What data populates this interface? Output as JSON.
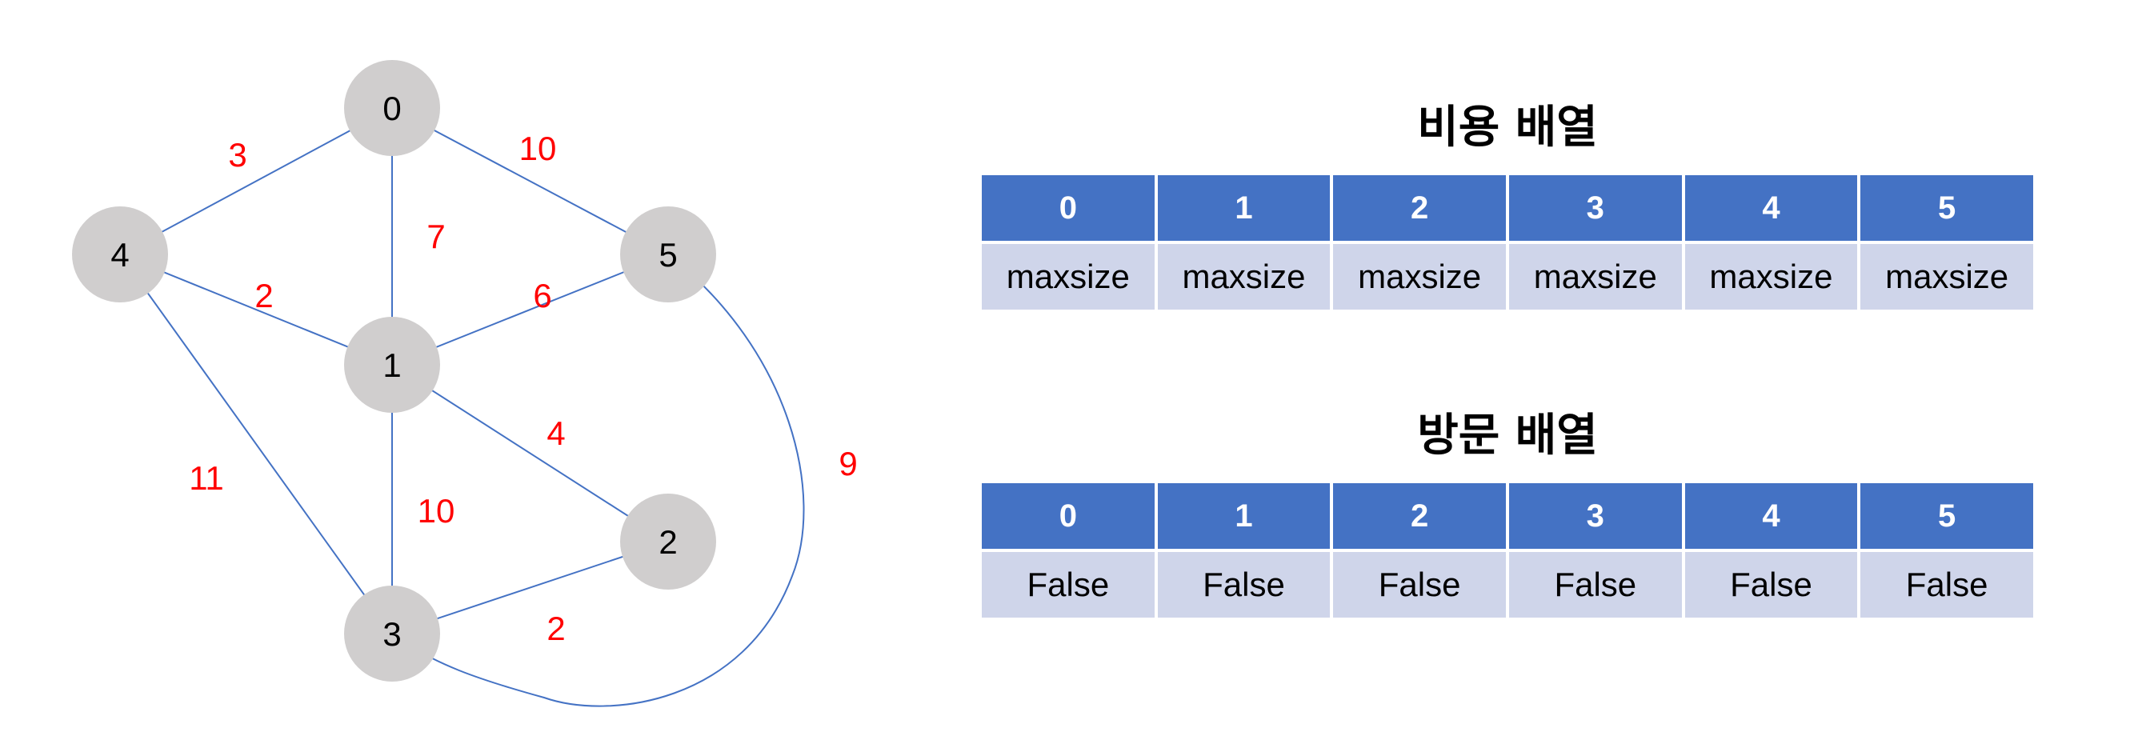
{
  "colors": {
    "edge": "#4472C4",
    "node_fill": "#D0CECE",
    "weight_text": "#FF0000",
    "header_fill": "#4472C4",
    "cell_fill": "#CFD5EA"
  },
  "graph": {
    "nodes": [
      "0",
      "1",
      "2",
      "3",
      "4",
      "5"
    ],
    "edges": [
      {
        "from": "0",
        "to": "4",
        "weight": "3"
      },
      {
        "from": "0",
        "to": "5",
        "weight": "10"
      },
      {
        "from": "0",
        "to": "1",
        "weight": "7"
      },
      {
        "from": "4",
        "to": "1",
        "weight": "2"
      },
      {
        "from": "1",
        "to": "5",
        "weight": "6"
      },
      {
        "from": "1",
        "to": "2",
        "weight": "4"
      },
      {
        "from": "1",
        "to": "3",
        "weight": "10"
      },
      {
        "from": "4",
        "to": "3",
        "weight": "11"
      },
      {
        "from": "3",
        "to": "2",
        "weight": "2"
      },
      {
        "from": "5",
        "to": "3",
        "weight": "9"
      }
    ]
  },
  "cost_array": {
    "title": "비용 배열",
    "headers": [
      "0",
      "1",
      "2",
      "3",
      "4",
      "5"
    ],
    "values": [
      "maxsize",
      "maxsize",
      "maxsize",
      "maxsize",
      "maxsize",
      "maxsize"
    ]
  },
  "visit_array": {
    "title": "방문 배열",
    "headers": [
      "0",
      "1",
      "2",
      "3",
      "4",
      "5"
    ],
    "values": [
      "False",
      "False",
      "False",
      "False",
      "False",
      "False"
    ]
  }
}
